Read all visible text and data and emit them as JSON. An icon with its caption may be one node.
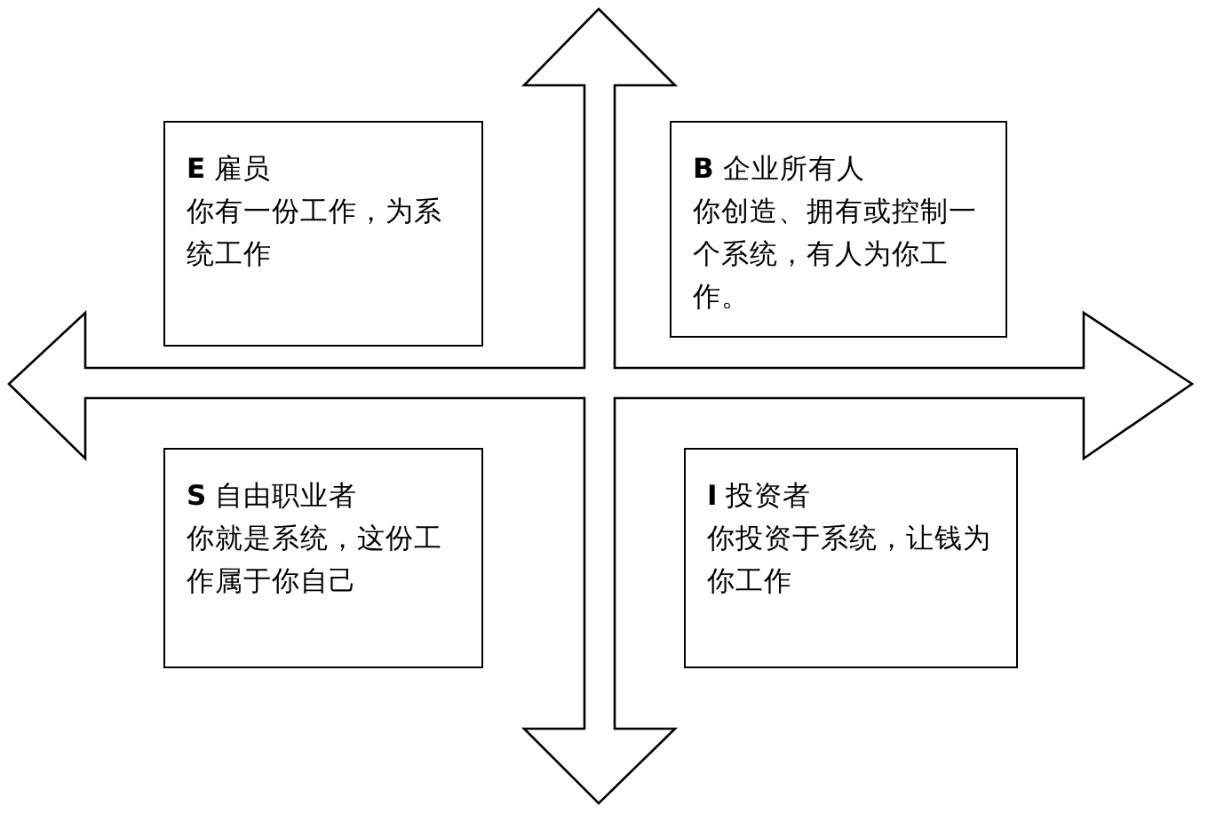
{
  "diagram": {
    "nodes": [
      {
        "text": [
          "**E** 雇员",
          "你有一份工作，为系统工作"
        ]
      },
      {
        "text": [
          "**B** 企业所有人",
          "你创造、拥有或控制一个系统，有人为你工作。"
        ]
      },
      {
        "text": [
          "**S** 自由职业者",
          "你就是系统，这份工作属于你自己"
        ]
      },
      {
        "text": [
          "**I** 投资者",
          "你投资于系统，让钱为你工作"
        ]
      }
    ]
  }
}
